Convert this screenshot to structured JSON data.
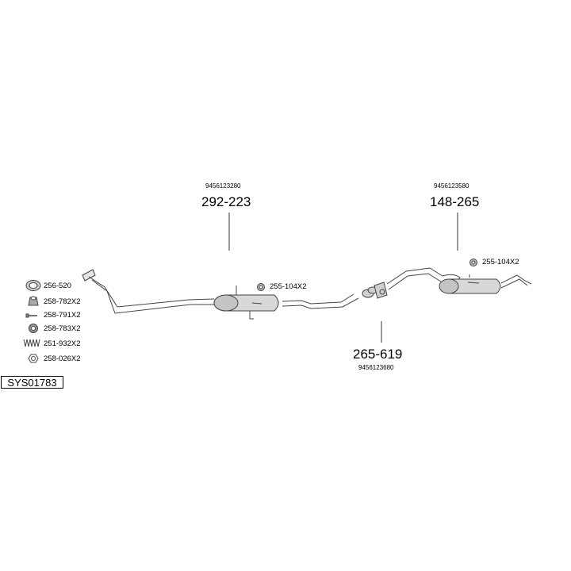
{
  "system_code": "SYS01783",
  "parts": [
    {
      "id": "front-pipe",
      "number": "292-223",
      "ref": "9456123280"
    },
    {
      "id": "rear-silencer",
      "number": "148-265",
      "ref": "9456123580"
    },
    {
      "id": "center-connector",
      "number": "265-619",
      "ref": "9456123680"
    }
  ],
  "fitting_labels": {
    "mid_bracket": "255-104X2",
    "rear_bracket": "255-104X2"
  },
  "legend": [
    {
      "icon": "gasket-ring-icon",
      "code": "256-520"
    },
    {
      "icon": "rubber-mount-icon",
      "code": "258-782X2"
    },
    {
      "icon": "bolt-icon",
      "code": "258-791X2"
    },
    {
      "icon": "rubber-ring-icon",
      "code": "258-783X2"
    },
    {
      "icon": "spring-icon",
      "code": "251-932X2"
    },
    {
      "icon": "nut-icon",
      "code": "258-026X2"
    }
  ]
}
